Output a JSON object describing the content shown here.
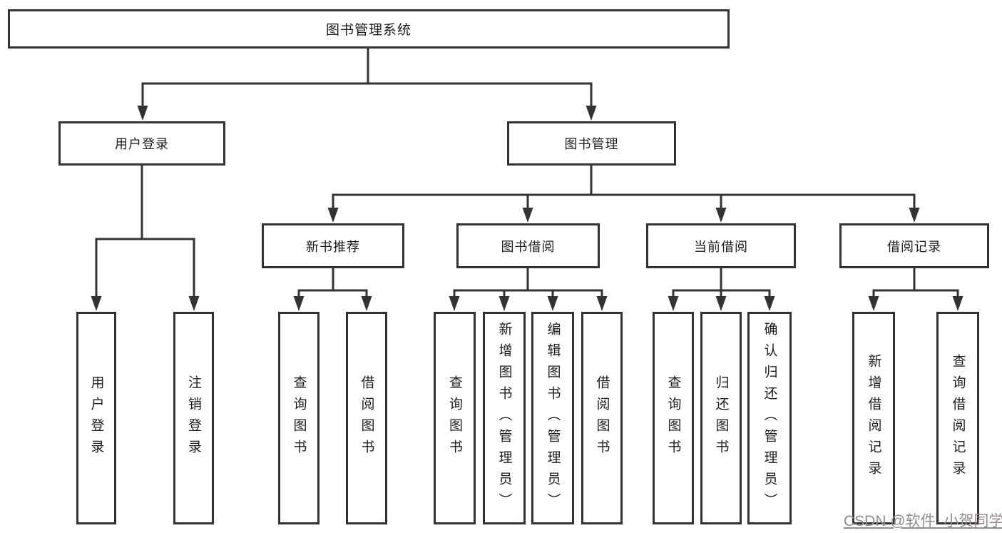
{
  "diagram": {
    "root": "图书管理系统",
    "branches": {
      "user_login": {
        "label": "用户登录",
        "children": [
          "用户登录",
          "注销登录"
        ]
      },
      "book_management": {
        "label": "图书管理",
        "children": [
          {
            "label": "新书推荐",
            "children": [
              "查询图书",
              "借阅图书"
            ]
          },
          {
            "label": "图书借阅",
            "children": [
              "查询图书",
              "新增图书（管理员）",
              "编辑图书（管理员）",
              "借阅图书"
            ]
          },
          {
            "label": "当前借阅",
            "children": [
              "查询图书",
              "归还图书",
              "确认归还（管理员）"
            ]
          },
          {
            "label": "借阅记录",
            "children": [
              "新增借阅记录",
              "查询借阅记录"
            ]
          }
        ]
      }
    }
  },
  "watermark": "CSDN @软件_小贺同学",
  "colors": {
    "line": "#333333",
    "text": "#1d1d1d",
    "box_background": "#ffffff",
    "watermark": "#958d8d"
  }
}
